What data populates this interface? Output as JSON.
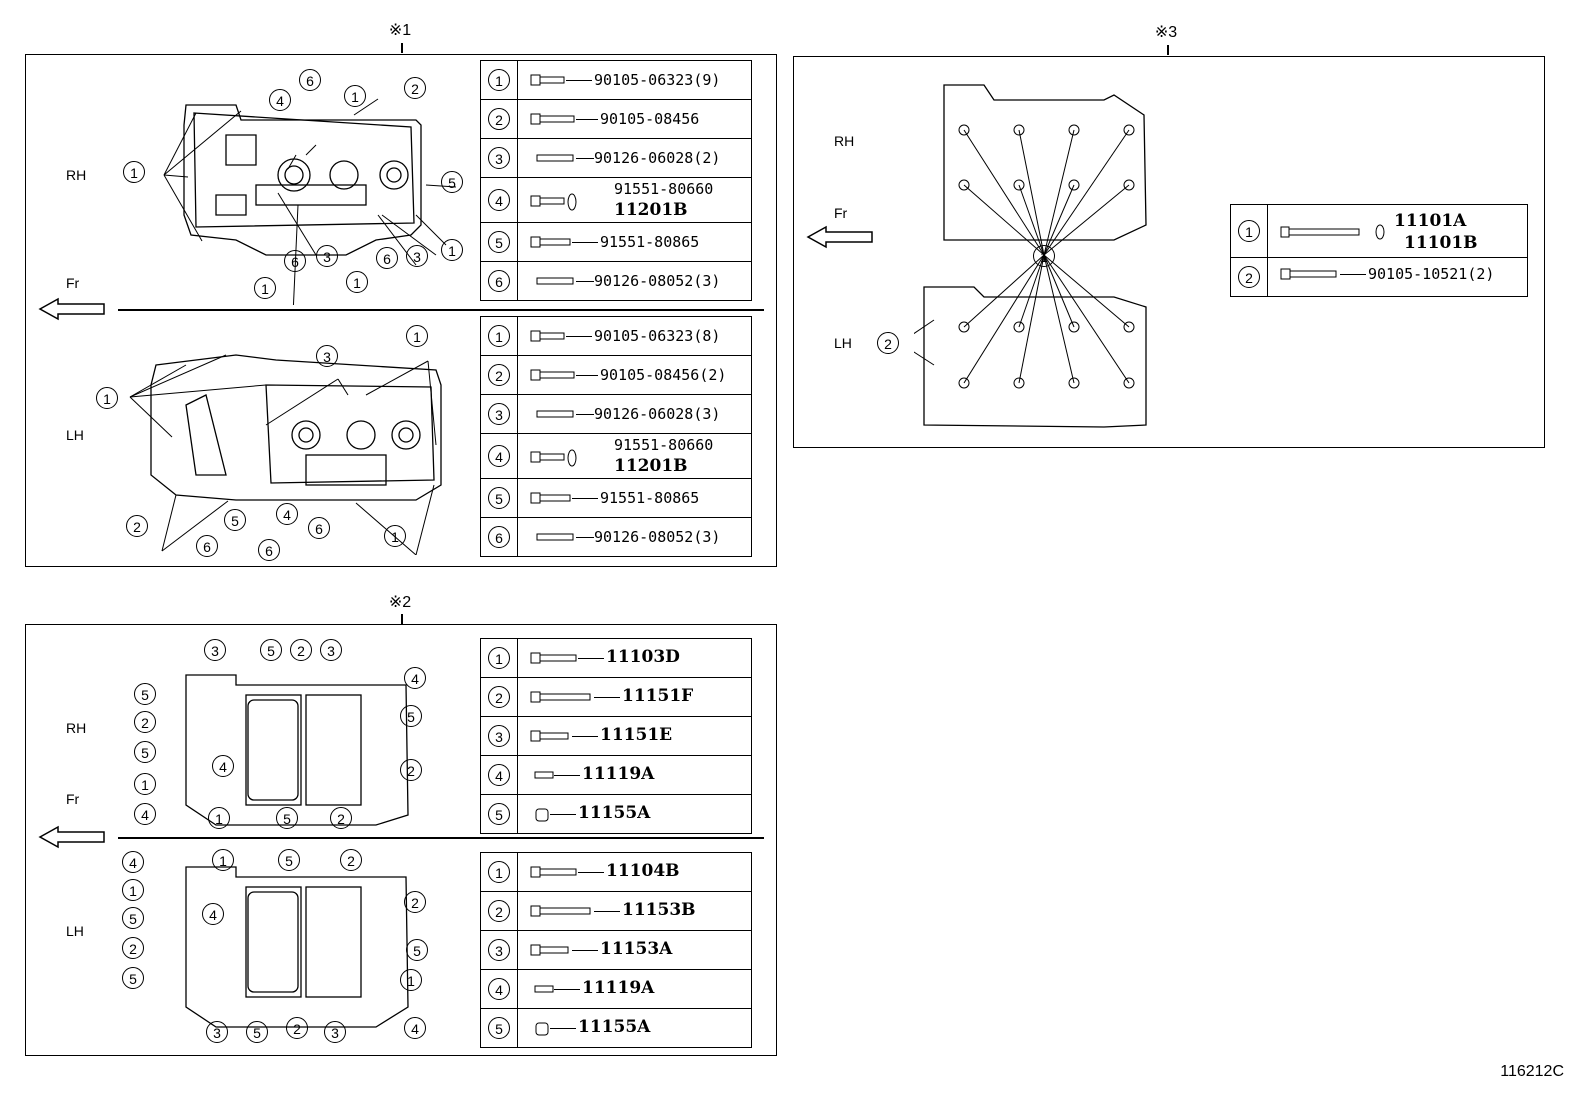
{
  "panel1": {
    "title": "※1",
    "rh_label": "RH",
    "lh_label": "LH",
    "fr_label": "Fr",
    "rh_parts": [
      {
        "num": "1",
        "pn": "90105-06323(9)"
      },
      {
        "num": "2",
        "pn": "90105-08456"
      },
      {
        "num": "3",
        "pn": "90126-06028(2)"
      },
      {
        "num": "4",
        "pn": "91551-80660",
        "pn2": "11201B"
      },
      {
        "num": "5",
        "pn": "91551-80865"
      },
      {
        "num": "6",
        "pn": "90126-08052(3)"
      }
    ],
    "lh_parts": [
      {
        "num": "1",
        "pn": "90105-06323(8)"
      },
      {
        "num": "2",
        "pn": "90105-08456(2)"
      },
      {
        "num": "3",
        "pn": "90126-06028(3)"
      },
      {
        "num": "4",
        "pn": "91551-80660",
        "pn2": "11201B"
      },
      {
        "num": "5",
        "pn": "91551-80865"
      },
      {
        "num": "6",
        "pn": "90126-08052(3)"
      }
    ]
  },
  "panel2": {
    "title": "※2",
    "rh_label": "RH",
    "lh_label": "LH",
    "fr_label": "Fr",
    "rh_parts": [
      {
        "num": "1",
        "pn": "11103D"
      },
      {
        "num": "2",
        "pn": "11151F"
      },
      {
        "num": "3",
        "pn": "11151E"
      },
      {
        "num": "4",
        "pn": "11119A"
      },
      {
        "num": "5",
        "pn": "11155A"
      }
    ],
    "lh_parts": [
      {
        "num": "1",
        "pn": "11104B"
      },
      {
        "num": "2",
        "pn": "11153B"
      },
      {
        "num": "3",
        "pn": "11153A"
      },
      {
        "num": "4",
        "pn": "11119A"
      },
      {
        "num": "5",
        "pn": "11155A"
      }
    ]
  },
  "panel3": {
    "title": "※3",
    "rh_label": "RH",
    "lh_label": "LH",
    "fr_label": "Fr",
    "parts": [
      {
        "num": "1",
        "pn": "11101A",
        "pn2": "11101B"
      },
      {
        "num": "2",
        "pn": "90105-10521(2)"
      }
    ]
  },
  "figure_code": "116212C"
}
